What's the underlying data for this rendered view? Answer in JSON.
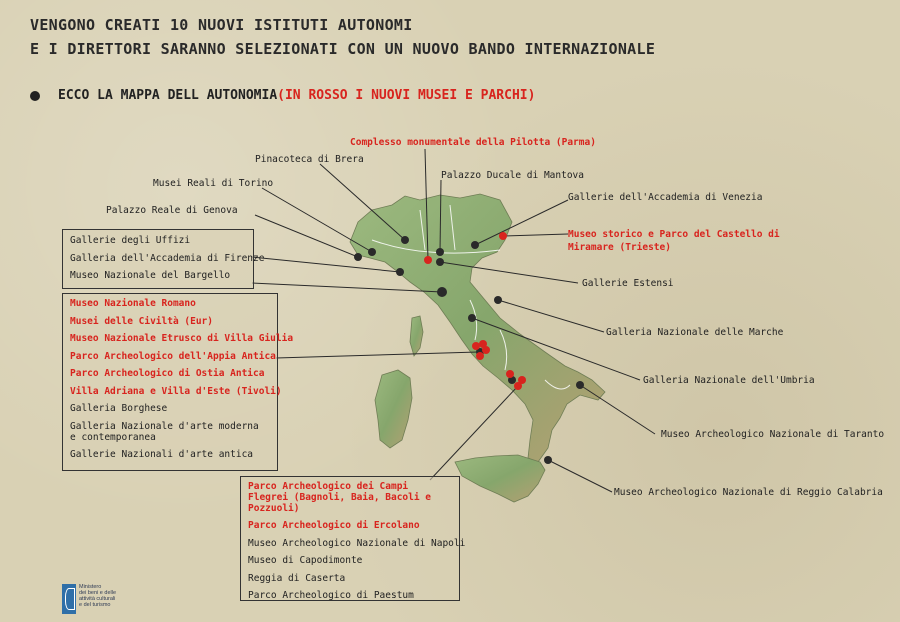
{
  "headline": {
    "line1": "VENGONO CREATI 10 NUOVI ISTITUTI AUTONOMI",
    "line2": "E I DIRETTORI SARANNO SELEZIONATI CON UN NUOVO BANDO INTERNAZIONALE"
  },
  "legend": {
    "text": "ECCO LA MAPPA DELL AUTONOMIA",
    "red_text": "(IN ROSSO I NUOVI MUSEI E PARCHI)"
  },
  "colors": {
    "background": "#d9d1b4",
    "new_site": "#d8241e",
    "existing_site": "#222222",
    "land": "#8fae78",
    "rivers": "#ffffff"
  },
  "labels": {
    "pilotta": "Complesso monumentale della Pilotta (Parma)",
    "brera": "Pinacoteca di Brera",
    "ducale": "Palazzo Ducale di Mantova",
    "torino": "Musei Reali di Torino",
    "venezia": "Gallerie dell'Accademia di Venezia",
    "genova": "Palazzo Reale di Genova",
    "miramare_1": "Museo storico e Parco del Castello di",
    "miramare_2": "Miramare (Trieste)",
    "estensi": "Gallerie Estensi",
    "marche": "Galleria Nazionale delle Marche",
    "umbria": "Galleria Nazionale dell'Umbria",
    "taranto": "Museo Archeologico Nazionale di Taranto",
    "reggio": "Museo Archeologico Nazionale di Reggio Calabria"
  },
  "firenze_box": [
    "Gallerie degli Uffizi",
    "Galleria dell'Accademia di Firenze",
    "Museo Nazionale del Bargello"
  ],
  "roma_box": [
    {
      "text": "Museo Nazionale Romano",
      "new": true
    },
    {
      "text": "Musei delle Civiltà (Eur)",
      "new": true
    },
    {
      "text": "Museo Nazionale Etrusco di Villa Giulia",
      "new": true
    },
    {
      "text": "Parco Archeologico dell'Appia Antica",
      "new": true
    },
    {
      "text": "Parco Archeologico di Ostia Antica",
      "new": true
    },
    {
      "text": "Villa Adriana e Villa d'Este (Tivoli)",
      "new": true
    },
    {
      "text": "Galleria Borghese",
      "new": false
    },
    {
      "text": "Galleria Nazionale d'arte moderna e contemporanea",
      "new": false
    },
    {
      "text": "Gallerie Nazionali d'arte antica",
      "new": false
    }
  ],
  "napoli_box": [
    {
      "text": "Parco Archeologico dei Campi Flegrei (Bagnoli, Baia, Bacoli e Pozzuoli)",
      "new": true
    },
    {
      "text": "Parco Archeologico di Ercolano",
      "new": true
    },
    {
      "text": "Museo Archeologico Nazionale di Napoli",
      "new": false
    },
    {
      "text": "Museo di Capodimonte",
      "new": false
    },
    {
      "text": "Reggia di Caserta",
      "new": false
    },
    {
      "text": "Parco Archeologico di Paestum",
      "new": false
    }
  ],
  "logo": {
    "mark": "MiBACT",
    "line1": "Ministero",
    "line2": "dei beni e delle",
    "line3": "attività culturali",
    "line4": "e del turismo"
  }
}
